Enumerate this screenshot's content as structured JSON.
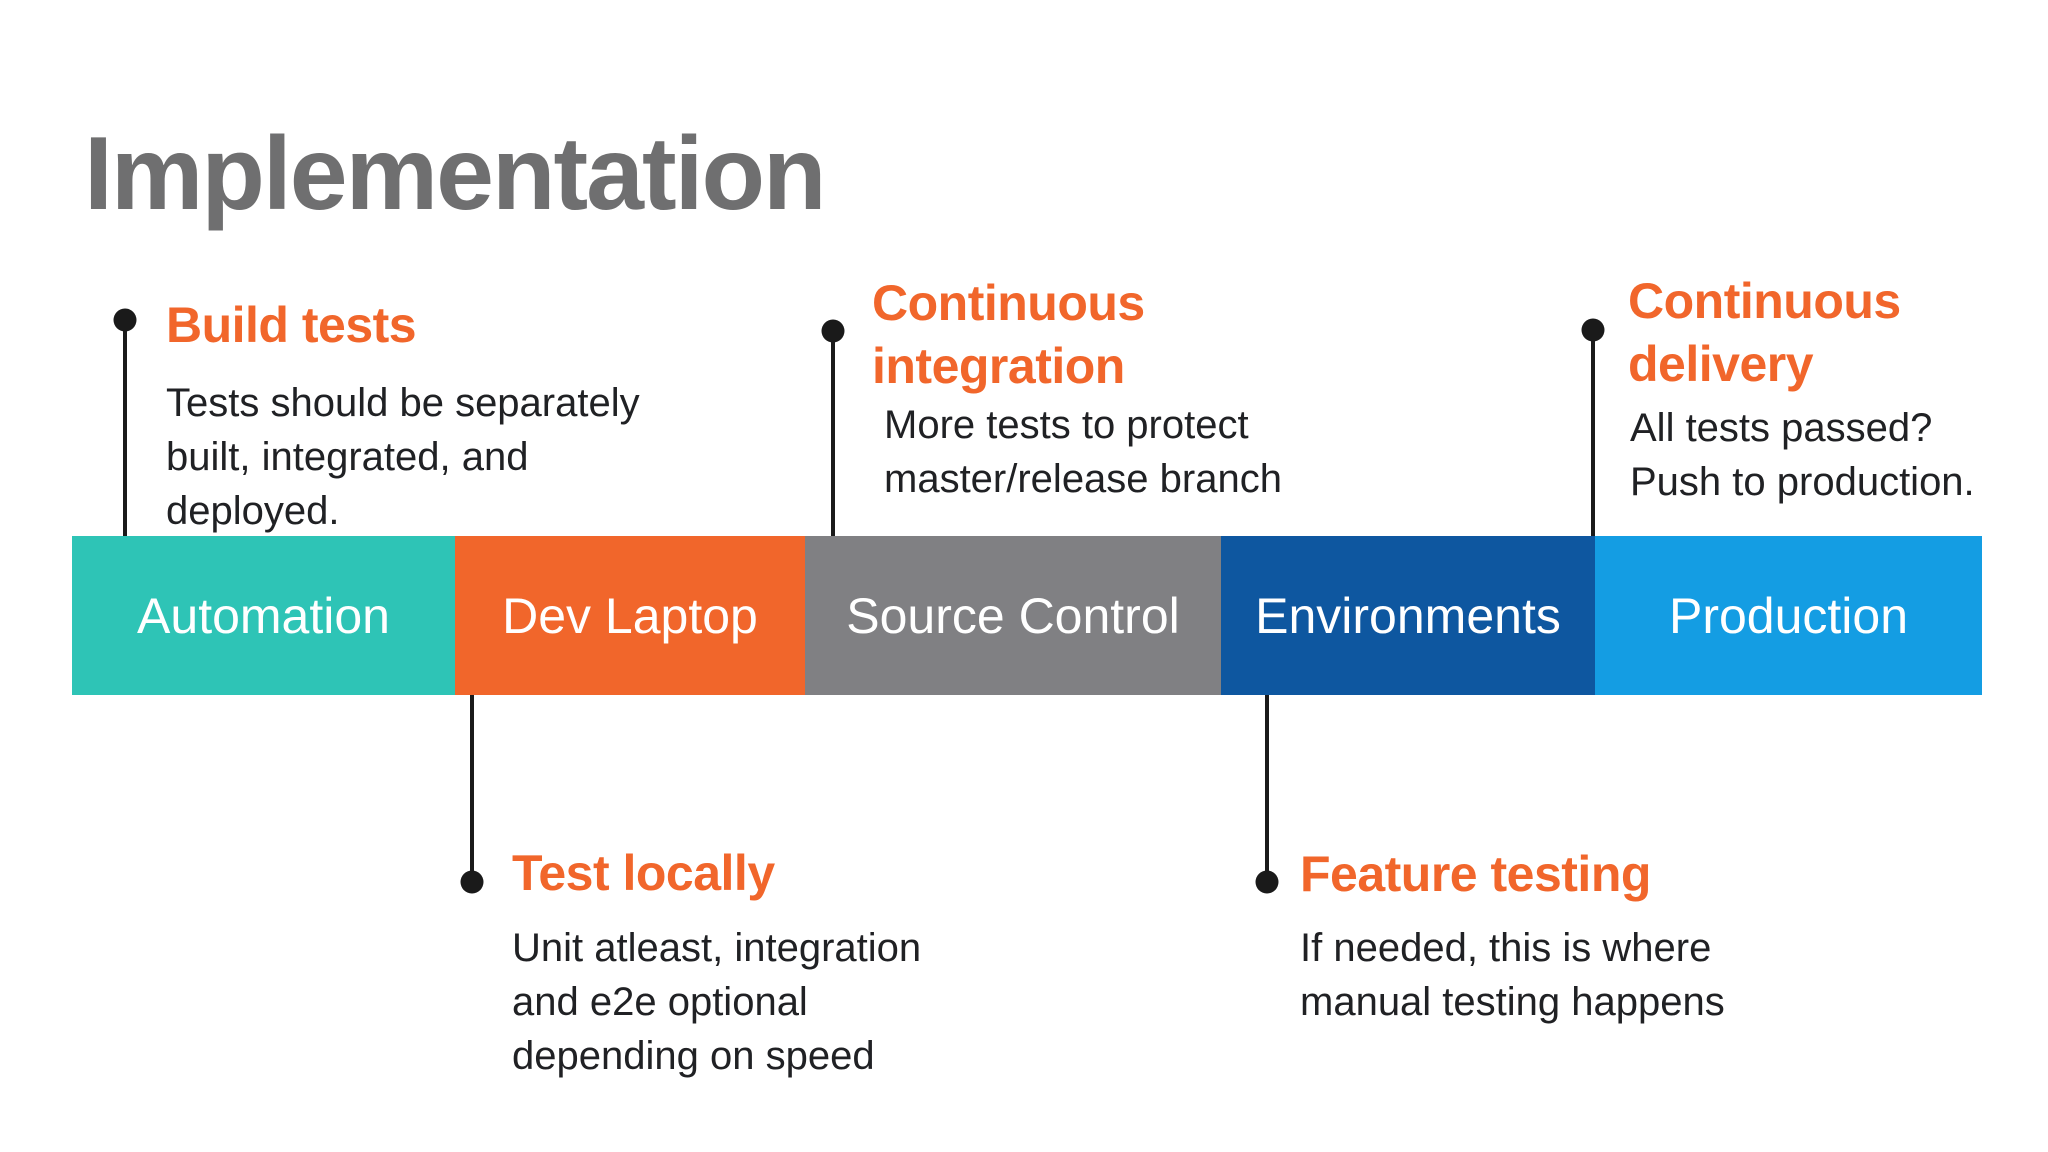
{
  "title": "Implementation",
  "colors": {
    "background": "#FFFFFF",
    "title_gray": "#6F6F70",
    "accent_orange": "#F1662B",
    "body_text": "#202124",
    "connector": "#1A1A1A",
    "bar_label": "#FFFFFF"
  },
  "timeline": {
    "segments": [
      {
        "label": "Automation",
        "color": "#2EC4B6"
      },
      {
        "label": "Dev Laptop",
        "color": "#F1662B"
      },
      {
        "label": "Source Control",
        "color": "#808083"
      },
      {
        "label": "Environments",
        "color": "#0E57A0"
      },
      {
        "label": "Production",
        "color": "#149DE3"
      }
    ]
  },
  "annotations": {
    "top": [
      {
        "heading_lines": [
          "Build tests"
        ],
        "body_lines": [
          "Tests should be separately",
          "built, integrated, and",
          "deployed."
        ]
      },
      {
        "heading_lines": [
          "Continuous",
          "integration"
        ],
        "body_lines": [
          "More tests to protect",
          "master/release branch"
        ]
      },
      {
        "heading_lines": [
          "Continuous",
          "delivery"
        ],
        "body_lines": [
          "All tests passed?",
          "Push to production."
        ]
      }
    ],
    "bottom": [
      {
        "heading_lines": [
          "Test locally"
        ],
        "body_lines": [
          "Unit atleast, integration",
          "and e2e optional",
          "depending on speed"
        ]
      },
      {
        "heading_lines": [
          "Feature testing"
        ],
        "body_lines": [
          "If needed, this is where",
          "manual testing happens"
        ]
      }
    ]
  }
}
